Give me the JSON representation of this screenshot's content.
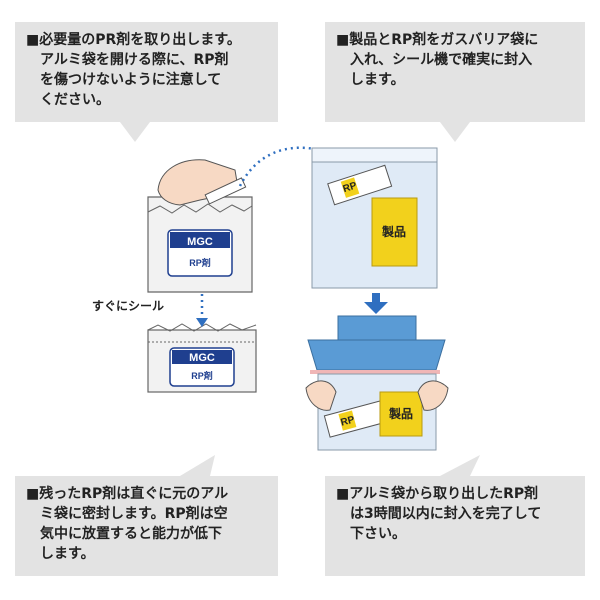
{
  "callouts": {
    "top_left": "■必要量のPR剤を取り出します。\n　アルミ袋を開ける際に、RP剤\n　を傷つけないように注意して\n　ください。",
    "top_right": "■製品とRP剤をガスバリア袋に\n　入れ、シール機で確実に封入\n　します。",
    "bottom_left": "■残ったRP剤は直ぐに元のアル\n　ミ袋に密封します。RP剤は空\n　気中に放置すると能力が低下\n　します。",
    "bottom_right": "■アルミ袋から取り出したRP剤\n　は3時間以内に封入を完了して\n　下さい。"
  },
  "labels": {
    "seal_now": "すぐにシール",
    "product": "製品",
    "brand": "MGC",
    "rp_agent": "RP剤",
    "packet_mark": "RP"
  },
  "colors": {
    "bubble": "#e3e3e3",
    "bag_blue": "#dfeaf6",
    "product_yellow": "#f2d11c",
    "machine_blue": "#5a9bd5",
    "arrow_blue": "#2f6fc0",
    "label_navy": "#1f3f8f"
  }
}
